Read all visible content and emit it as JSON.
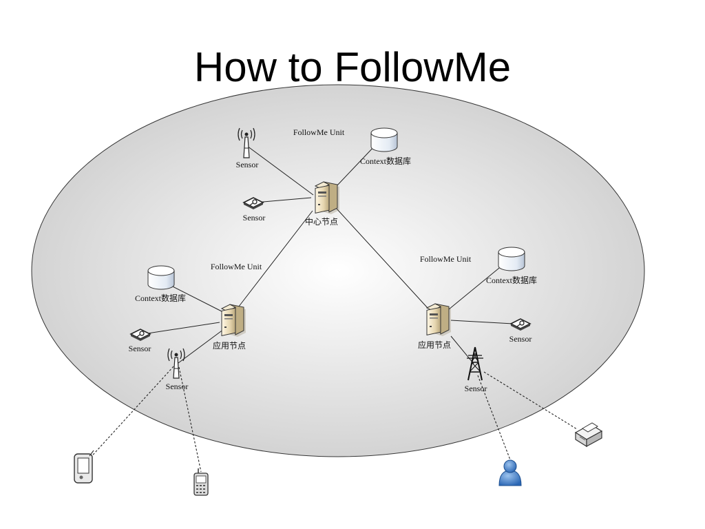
{
  "title": "How to FollowMe",
  "central_node": {
    "label": "中心节点",
    "unit_label": "FollowMe Unit",
    "db_label": "Context数据库",
    "sensor_labels": [
      "Sensor",
      "Sensor"
    ]
  },
  "left_node": {
    "label": "应用节点",
    "unit_label": "FollowMe Unit",
    "db_label": "Context数据库",
    "sensor_labels": [
      "Sensor",
      "Sensor"
    ]
  },
  "right_node": {
    "label": "应用节点",
    "unit_label": "FollowMe Unit",
    "db_label": "Context数据库",
    "sensor_labels": [
      "Sensor",
      "Sensor"
    ]
  }
}
